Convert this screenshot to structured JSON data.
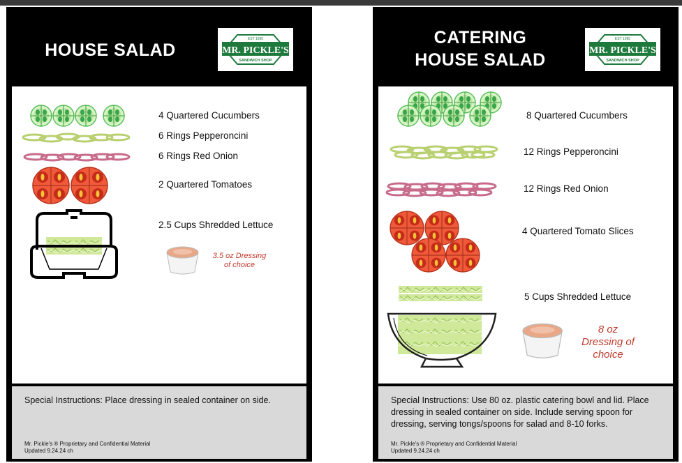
{
  "left": {
    "title": "HOUSE SALAD",
    "logo": {
      "est": "EST 1995",
      "name": "MR. PICKLE'S",
      "sub": "SANDWICH SHOP"
    },
    "items": [
      "4 Quartered Cucumbers",
      "6 Rings Pepperoncini",
      "6 Rings Red Onion",
      "2 Quartered Tomatoes",
      "2.5 Cups Shredded Lettuce"
    ],
    "dressing": [
      "3.5 oz Dressing",
      "of choice"
    ],
    "instructions": "Special Instructions: Place dressing in sealed container on side.",
    "legal": [
      "Mr. Pickle's ® Proprietary and Confidential Material",
      "Updated 9.24.24 ch"
    ]
  },
  "right": {
    "title": [
      "CATERING",
      "HOUSE SALAD"
    ],
    "logo": {
      "est": "EST 1995",
      "name": "MR. PICKLE'S",
      "sub": "SANDWICH SHOP"
    },
    "items": [
      "8 Quartered Cucumbers",
      "12 Rings Pepperoncini",
      "12 Rings Red Onion",
      "4 Quartered Tomato Slices",
      "5 Cups Shredded Lettuce"
    ],
    "dressing": [
      "8 oz",
      "Dressing of",
      "choice"
    ],
    "instructions": "Special Instructions: Use 80 oz. plastic catering bowl and lid. Place dressing in sealed container on side. Include serving spoon for dressing, serving tongs/spoons for salad and 8-10 forks.",
    "legal": [
      "Mr. Pickle's ® Proprietary and Confidential Material",
      "Updated 9.24.24 ch"
    ]
  },
  "colors": {
    "brand_green": "#1e7a3c",
    "dressing_text": "#c0392b",
    "footer_bg": "#d9d9d9"
  }
}
